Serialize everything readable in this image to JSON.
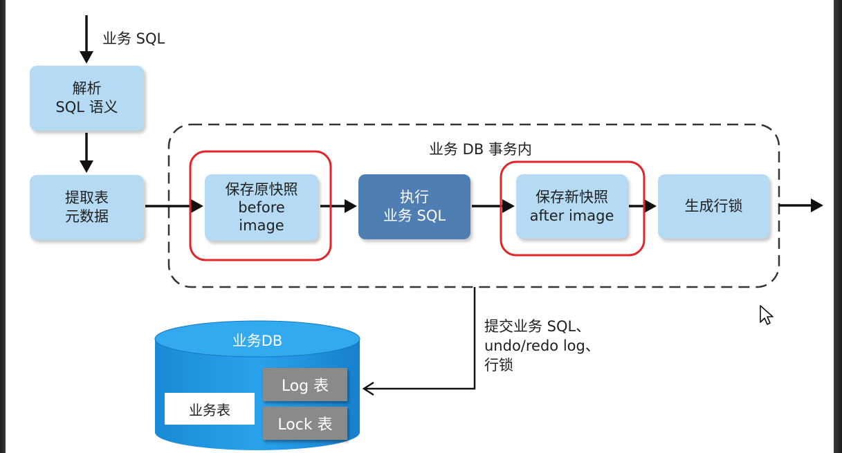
{
  "input_label": "业务 SQL",
  "nodes": {
    "parse": "解析\nSQL 语义",
    "extract": "提取表\n元数据",
    "before_image": "保存原快照\nbefore\nimage",
    "execute": "执行\n业务 SQL",
    "after_image": "保存新快照\nafter image",
    "row_lock": "生成行锁"
  },
  "transaction_label": "业务 DB 事务内",
  "commit_label": "提交业务 SQL、\nundo/redo log、\n行锁",
  "database": {
    "title": "业务DB",
    "business_table": "业务表",
    "log_table": "Log 表",
    "lock_table": "Lock 表"
  },
  "colors": {
    "light_box": "#b5daf4",
    "dark_box": "#4f7eb3",
    "highlight": "#e0262a",
    "db_fill": "#2196e0"
  },
  "icons": {
    "cursor": "mouse-pointer-icon"
  }
}
